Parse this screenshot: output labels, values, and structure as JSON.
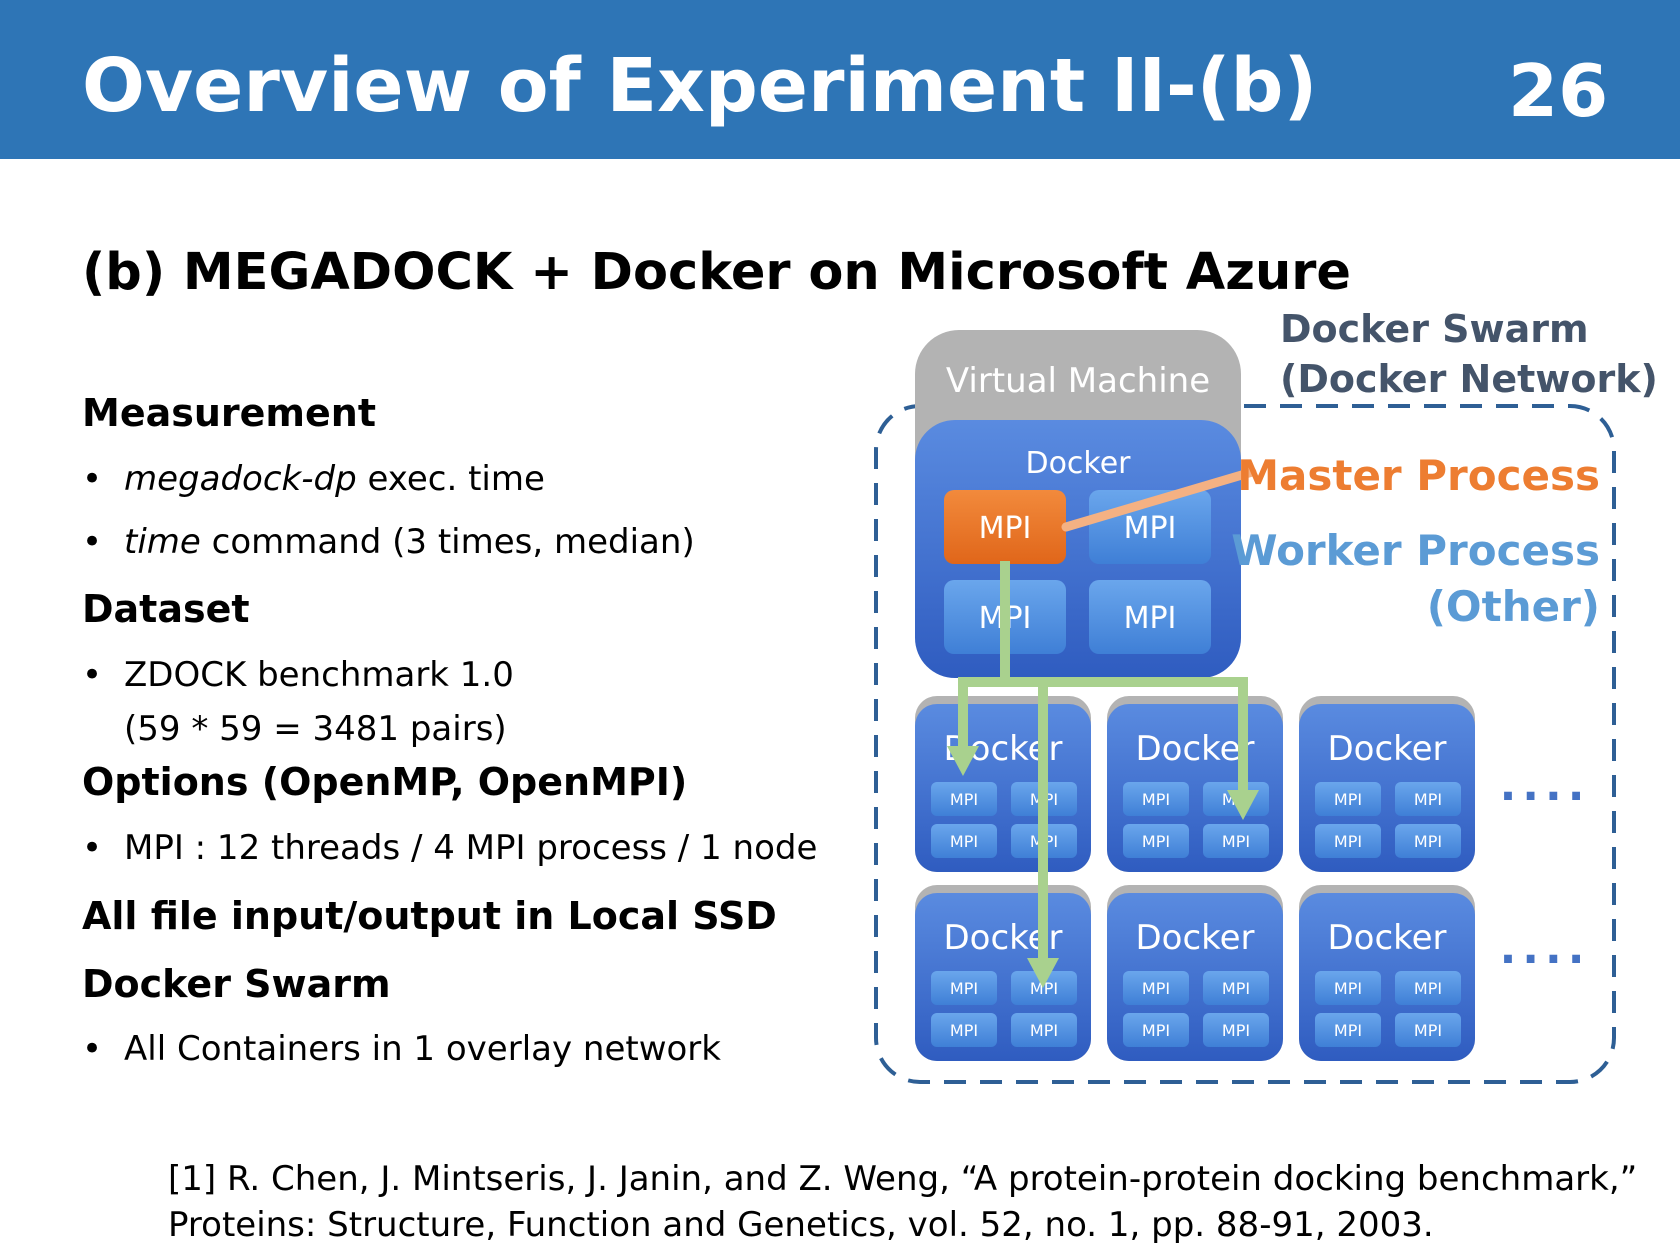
{
  "header": {
    "title": "Overview of Experiment II-(b)",
    "page_number": "26",
    "color": "#2e75b6"
  },
  "subtitle": "(b) MEGADOCK + Docker on Microsoft Azure",
  "sections": [
    {
      "heading": "Measurement",
      "bullets": [
        {
          "italic": "megadock-dp",
          "text": " exec. time"
        },
        {
          "italic": "time",
          "text": " command (3 times, median)"
        }
      ]
    },
    {
      "heading": "Dataset",
      "bullets": [
        {
          "line1": "ZDOCK benchmark 1.0",
          "line2": "(59 * 59 = 3481 pairs)"
        }
      ]
    },
    {
      "heading": "Options (OpenMP, OpenMPI)",
      "bullets": [
        {
          "text": "MPI : 12 threads / 4 MPI process / 1 node"
        }
      ]
    },
    {
      "heading": "All file input/output in Local SSD"
    },
    {
      "heading": "Docker Swarm",
      "bullets": [
        {
          "text": "All Containers in 1 overlay network"
        }
      ]
    }
  ],
  "diagram": {
    "vm_label": "Virtual Machine",
    "docker_label": "Docker",
    "mpi_label": "MPI",
    "ellipsis": "....",
    "swarm_label_line1": "Docker Swarm",
    "swarm_label_line2": "(Docker Network)",
    "master_label": "Master Process",
    "worker_label_line1": "Worker Process",
    "worker_label_line2": "(Other)",
    "colors": {
      "master": "#ed7d31",
      "worker": "#5b9bd5",
      "swarm": "#44546a",
      "arrow": "#a9d18e",
      "container": "#3f6fcf"
    }
  },
  "reference": {
    "line1": "[1] R. Chen, J. Mintseris, J. Janin, and Z. Weng, “A protein-protein docking benchmark,”",
    "line2": "Proteins: Structure, Function and Genetics, vol. 52, no. 1, pp. 88-91, 2003."
  }
}
